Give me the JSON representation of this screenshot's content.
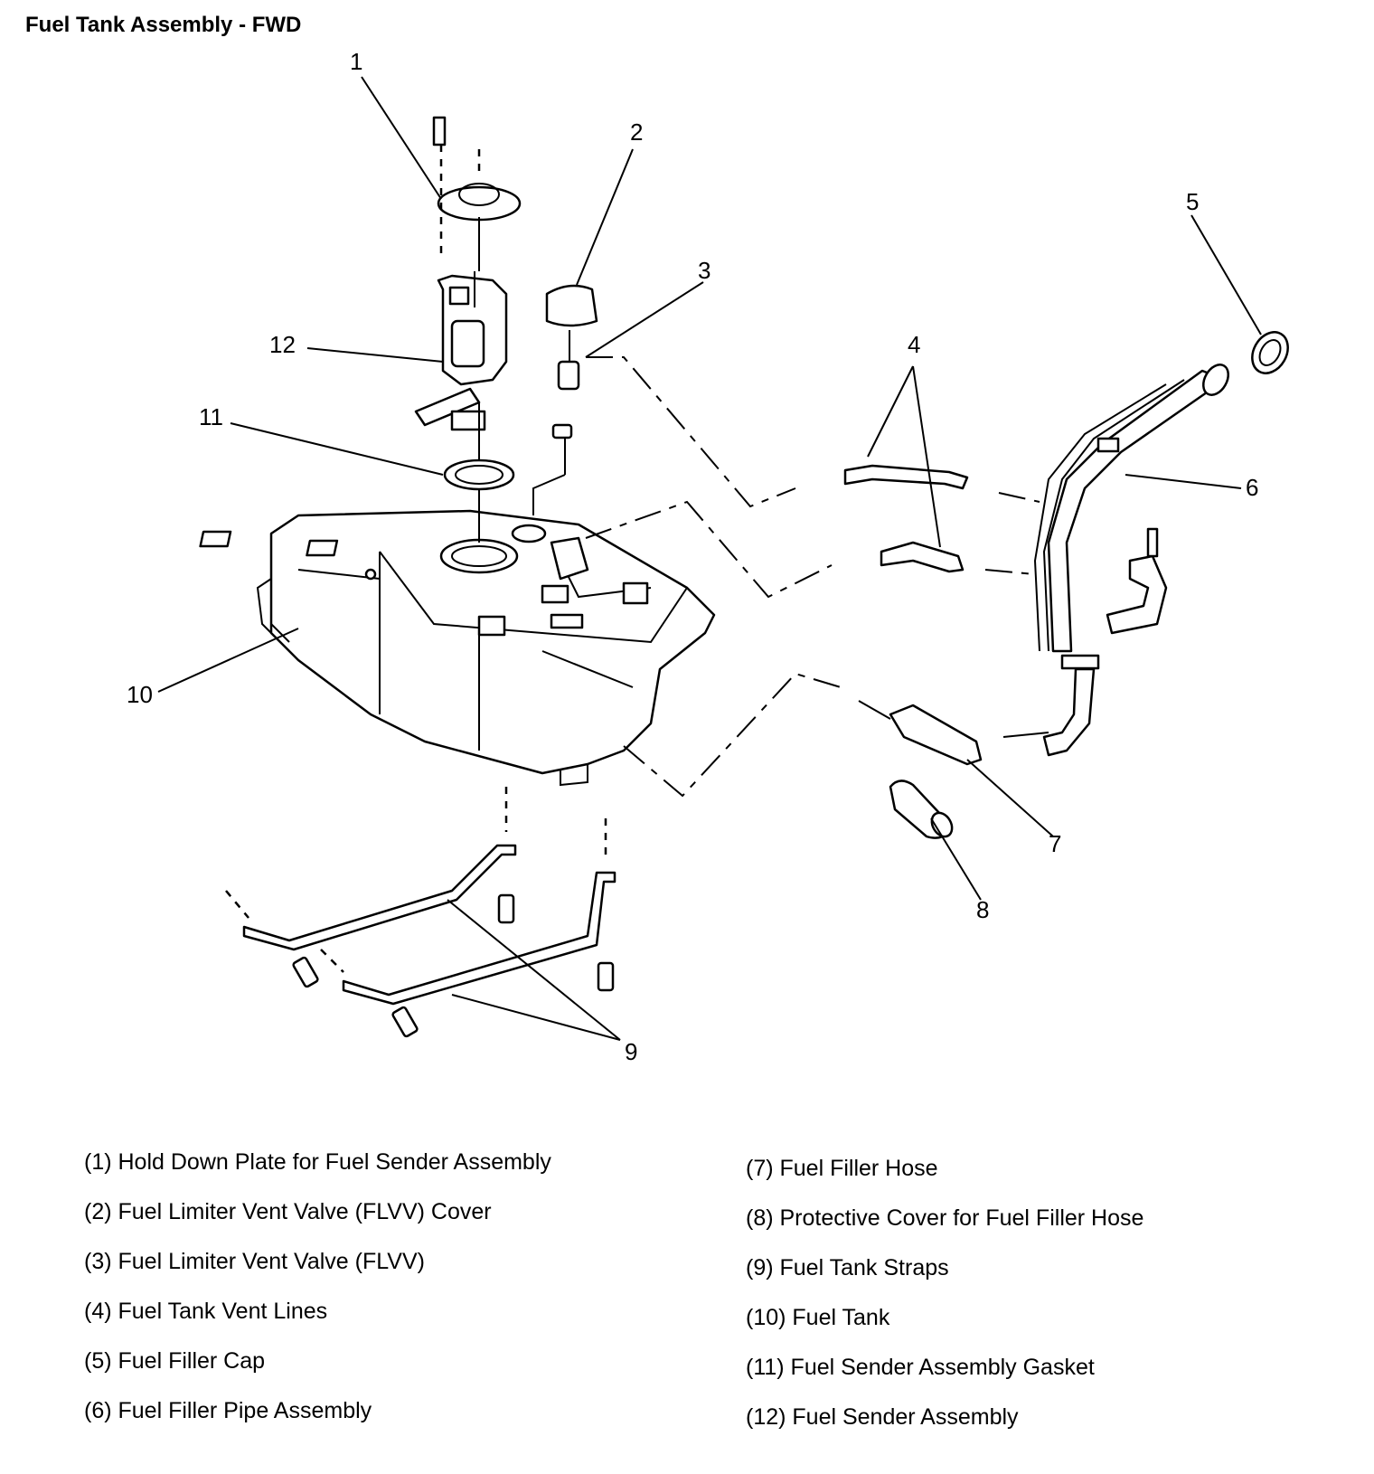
{
  "title": "Fuel Tank Assembly - FWD",
  "callouts": [
    "1",
    "2",
    "3",
    "4",
    "5",
    "6",
    "7",
    "8",
    "9",
    "10",
    "11",
    "12"
  ],
  "legend_left": [
    "(1) Hold Down Plate for Fuel Sender Assembly",
    "(2) Fuel Limiter Vent Valve (FLVV) Cover",
    "(3) Fuel Limiter Vent Valve (FLVV)",
    "(4) Fuel Tank Vent Lines",
    "(5) Fuel Filler Cap",
    "(6) Fuel Filler Pipe Assembly"
  ],
  "legend_right": [
    "(7) Fuel Filler Hose",
    "(8) Protective Cover for Fuel Filler Hose",
    "(9) Fuel Tank Straps",
    "(10) Fuel Tank",
    "(11) Fuel Sender Assembly Gasket",
    "(12) Fuel Sender Assembly"
  ]
}
